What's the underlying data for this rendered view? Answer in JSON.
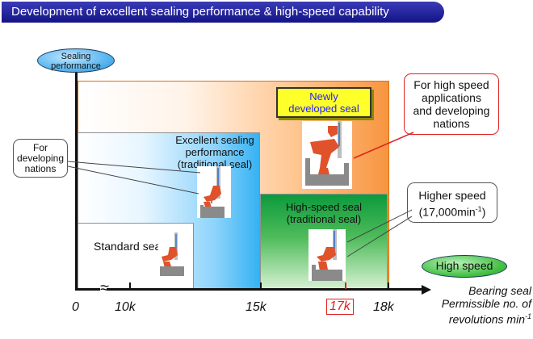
{
  "title": "Development of excellent sealing performance & high-speed capability",
  "axes": {
    "y_label": "Sealing performance",
    "x_label_line1": "Bearing seal",
    "x_label_line2": "Permissible no. of",
    "x_label_line3": "revolutions min",
    "x_label_sup": "-1",
    "ticks": [
      "0",
      "10k",
      "15k",
      "17k",
      "18k"
    ],
    "axis_break": "≈"
  },
  "high_speed_label": "High speed",
  "regions": {
    "standard": "Standard seal",
    "excellent_line1": "Excellent sealing",
    "excellent_line2": "performance",
    "excellent_line3": "(traditional seal)",
    "highspeed_line1": "High-speed seal",
    "highspeed_line2": "(traditional seal)"
  },
  "new_seal": {
    "line1": "Newly",
    "line2": "developed seal"
  },
  "callouts": {
    "high_speed_apps_line1": "For high speed",
    "high_speed_apps_line2": "applications",
    "high_speed_apps_line3": "and developing",
    "high_speed_apps_line4": "nations",
    "developing_line1": "For",
    "developing_line2": "developing",
    "developing_line3": "nations",
    "higher_speed_line1": "Higher speed",
    "higher_speed_line2": "(17,000min",
    "higher_speed_sup": "-1",
    "higher_speed_close": ")"
  },
  "colors": {
    "title_bg": "#1a1a8c",
    "orange": "#f79540",
    "blue": "#35b2f3",
    "green": "#0c9a3c",
    "seal_rubber": "#e0522a",
    "seal_metal": "#3a70c8",
    "highlight_red": "#e02020",
    "new_seal_box": "#ffff2a",
    "new_seal_text": "#2222ff"
  },
  "icons": [
    "seal-cross-section-icon"
  ]
}
